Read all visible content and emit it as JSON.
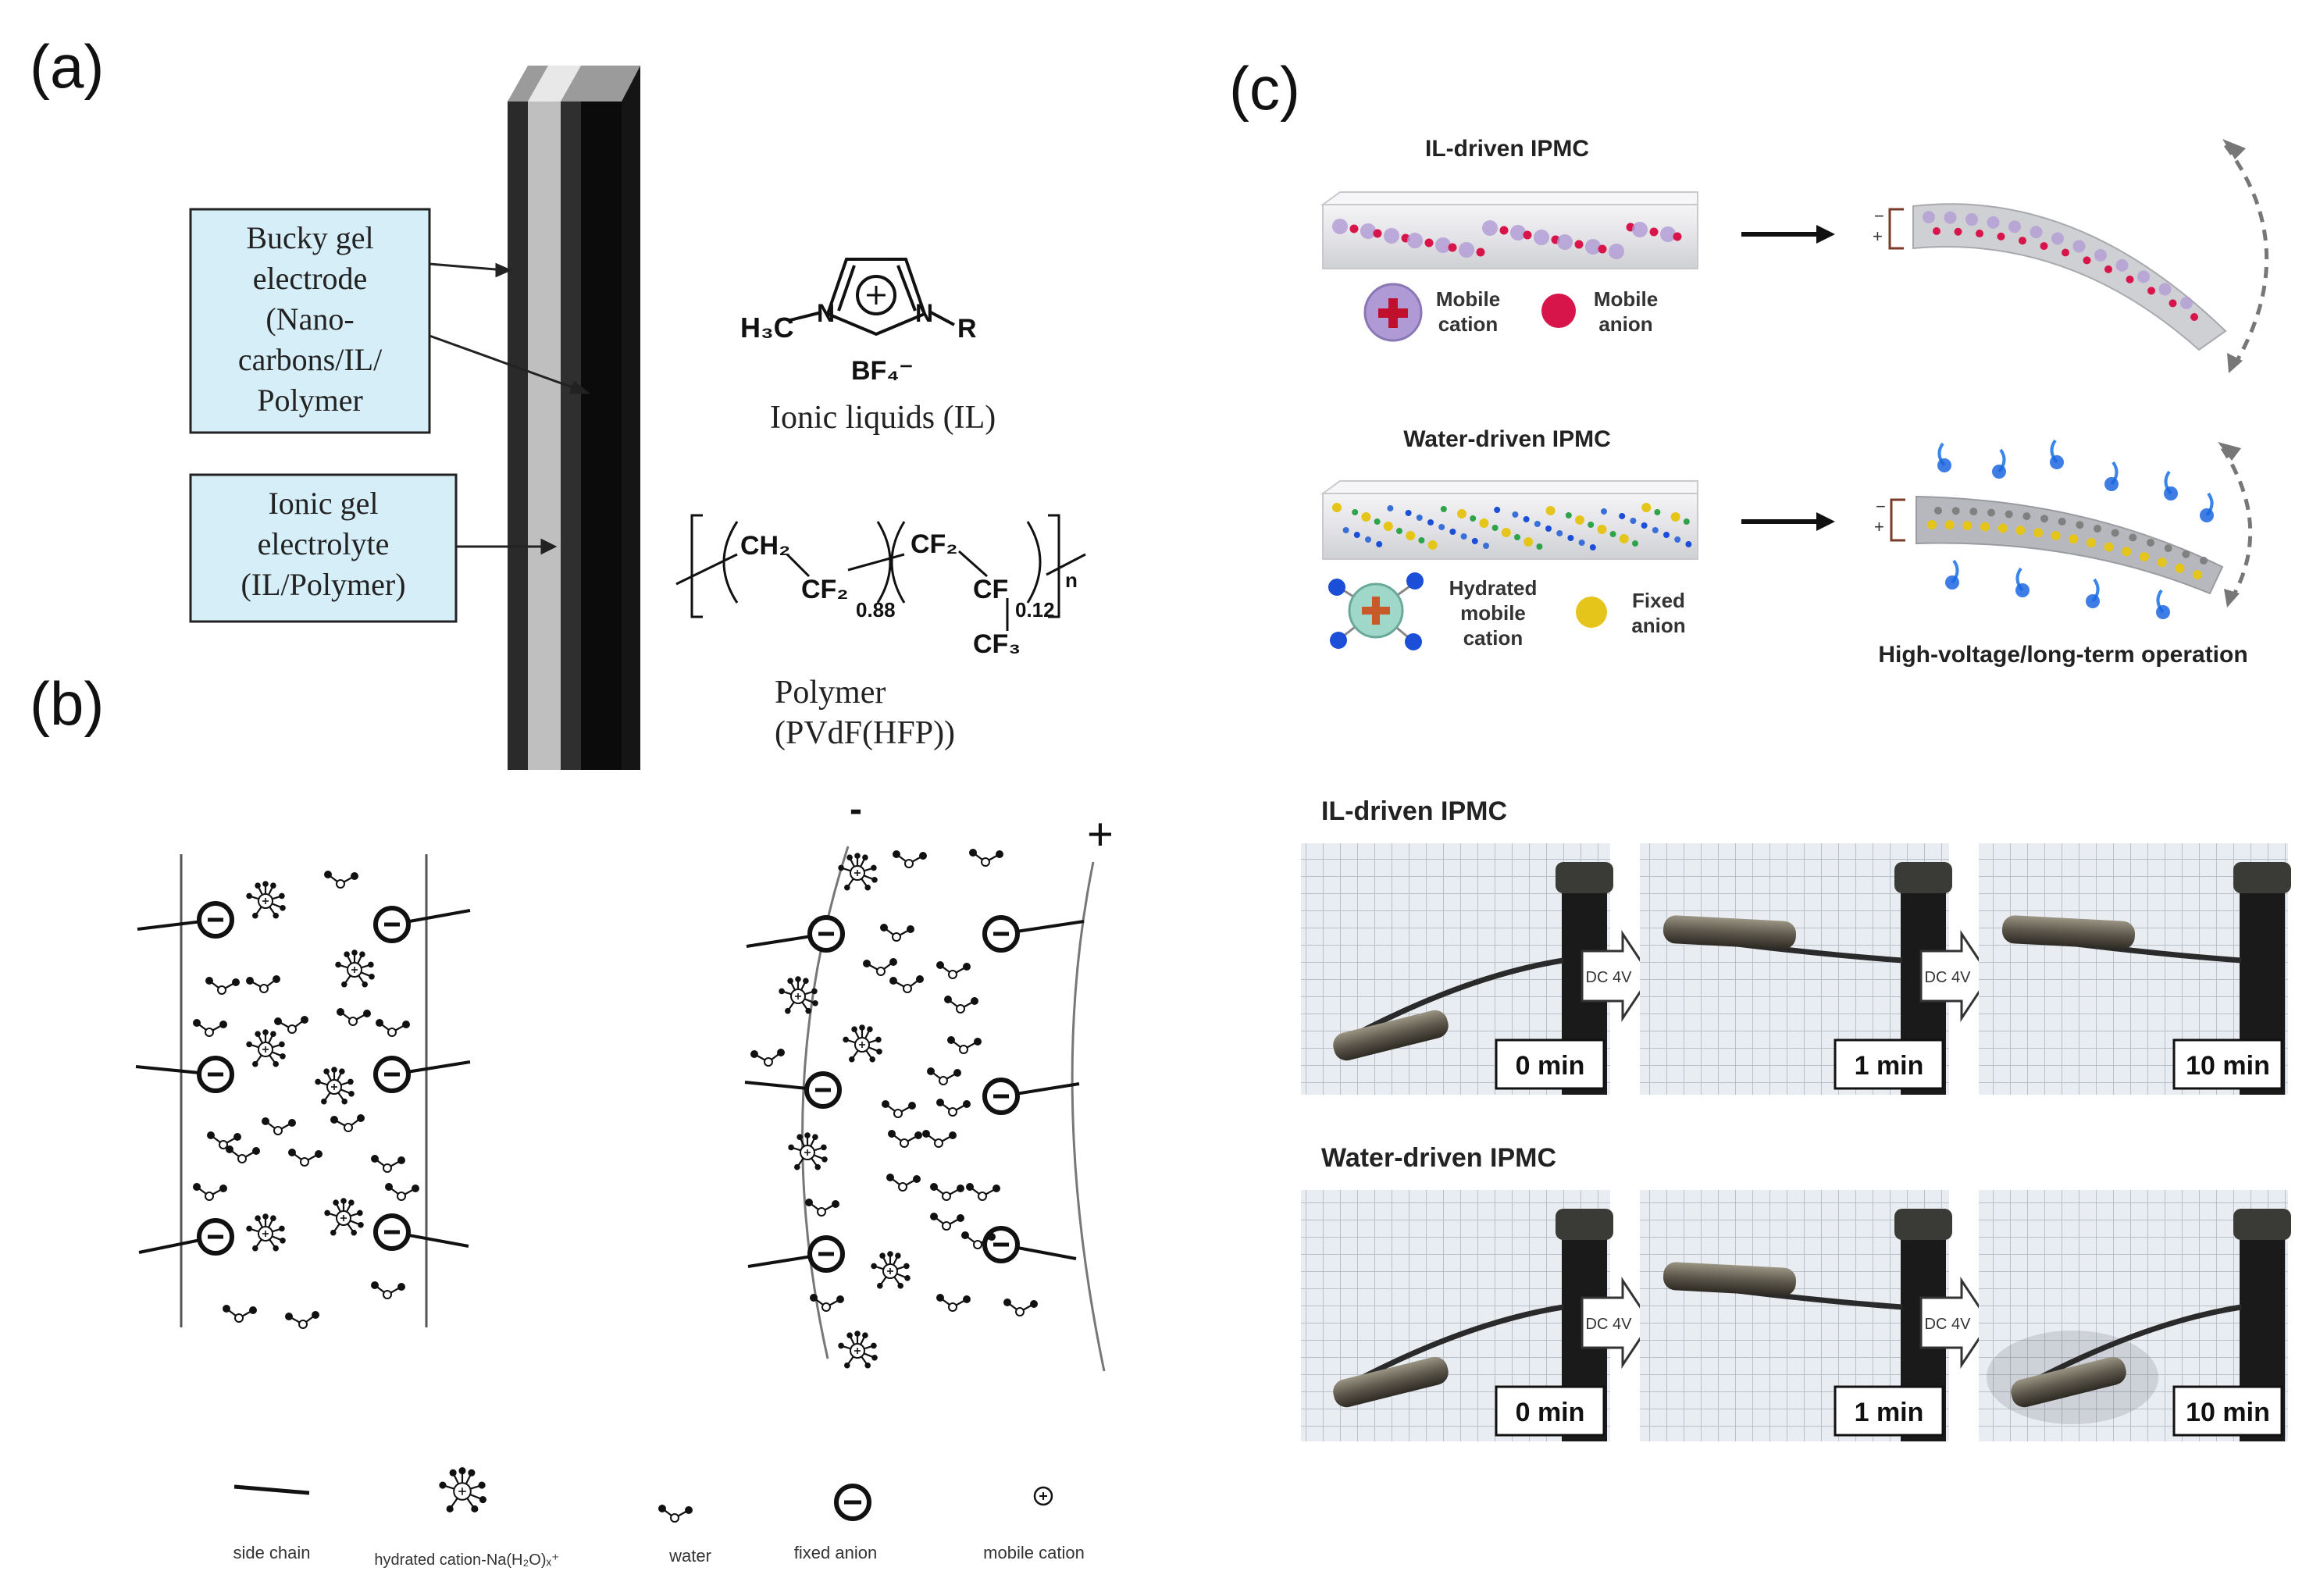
{
  "panels": {
    "a": {
      "letter": "(a)",
      "box_electrode": [
        "Bucky gel",
        "electrode",
        "(Nano-",
        "carbons/IL/",
        "Polymer"
      ],
      "box_electrolyte": [
        "Ionic gel",
        "electrolyte",
        "(IL/Polymer)"
      ],
      "il_formula": {
        "left_group": "H₃C",
        "n_left": "N",
        "n_right": "N",
        "r_group": "R",
        "anion": "BF₄⁻"
      },
      "il_caption": "Ionic liquids (IL)",
      "polymer_formula": {
        "ch2": "CH₂",
        "cf2_a": "CF₂",
        "sub_a": "0.88",
        "cf2_b": "CF₂",
        "cf": "CF",
        "sub_b": "0.12",
        "cf3": "CF₃",
        "n": "n"
      },
      "polymer_caption": [
        "Polymer",
        "(PVdF(HFP))"
      ]
    },
    "b": {
      "letter": "(b)",
      "neg_sign": "-",
      "pos_sign": "+",
      "legend": [
        {
          "icon": "side-chain",
          "label": "side chain"
        },
        {
          "icon": "hydrated-cation",
          "label": "hydrated cation-Na(H₂O)ₓ⁺"
        },
        {
          "icon": "water",
          "label": "water"
        },
        {
          "icon": "fixed-anion",
          "label": "fixed anion"
        },
        {
          "icon": "mobile-cation",
          "label": "mobile cation"
        }
      ]
    },
    "c": {
      "letter": "(c)",
      "il_title": "IL-driven IPMC",
      "water_title": "Water-driven IPMC",
      "mobile_cation": [
        "Mobile",
        "cation"
      ],
      "mobile_anion": [
        "Mobile",
        "anion"
      ],
      "hydrated_cation": [
        "Hydrated",
        "mobile",
        "cation"
      ],
      "fixed_anion": [
        "Fixed",
        "anion"
      ],
      "operation": "High-voltage/long-term operation",
      "minus": "−",
      "plus": "+",
      "photo_il_title": "IL-driven IPMC",
      "photo_water_title": "Water-driven IPMC",
      "times": [
        "0 min",
        "1 min",
        "10 min"
      ],
      "arrow_label": "DC 4V"
    }
  },
  "colors": {
    "box_fill": "#d6eef8",
    "mobile_cation": "#b09ad6",
    "mobile_anion": "#d8154a",
    "hydrated_ion": "#3aa0a0",
    "water_h": "#1b4fd8",
    "fixed_anion": "#e6c51a"
  }
}
